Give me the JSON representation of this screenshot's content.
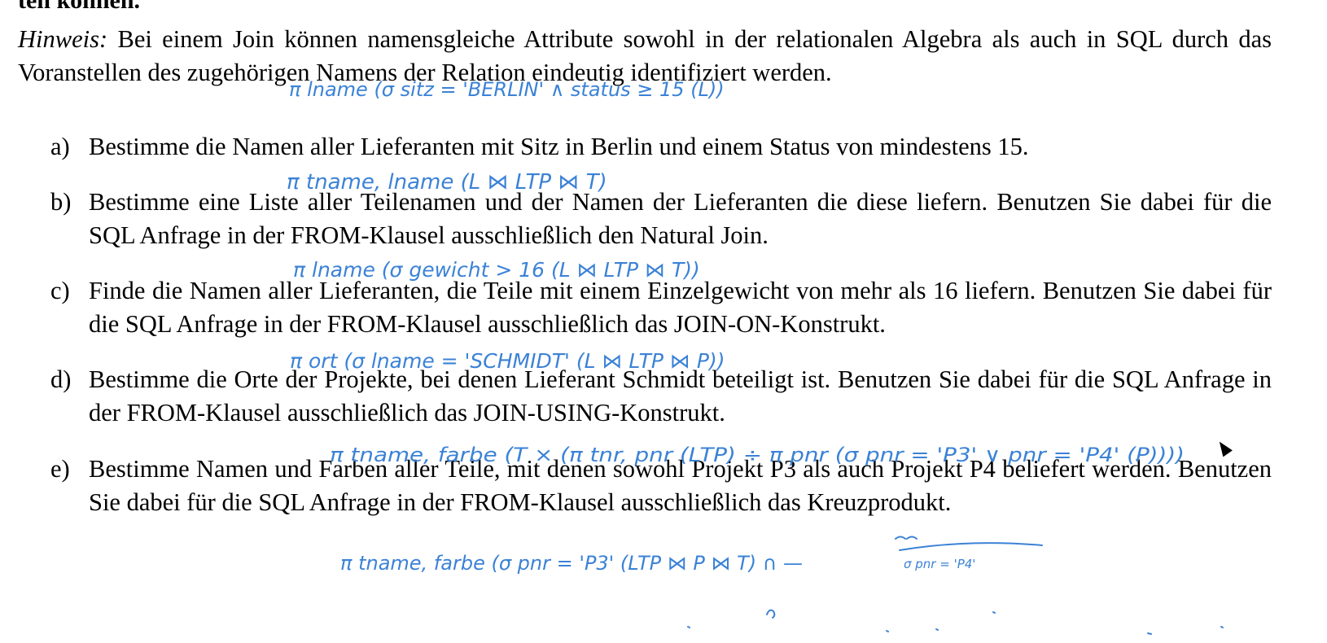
{
  "cut_top_text": "ten können.",
  "hint": {
    "label": "Hinweis:",
    "text": "Bei einem Join können namensgleiche Attribute sowohl in der relationalen Algebra als auch in SQL durch das Voranstellen des zugehörigen Namens der Relation eindeutig identifiziert werden."
  },
  "tasks": [
    {
      "marker": "a)",
      "text": "Bestimme die Namen aller Lieferanten mit Sitz in Berlin und einem Status von mindestens 15."
    },
    {
      "marker": "b)",
      "text": "Bestimme eine Liste aller Teilenamen und der Namen der Lieferanten die diese liefern. Benutzen Sie dabei für die SQL Anfrage in der FROM-Klausel ausschließlich den Natural Join."
    },
    {
      "marker": "c)",
      "text": "Finde die Namen aller Lieferanten, die Teile mit einem Einzelgewicht von mehr als 16 liefern. Benutzen Sie dabei für die SQL Anfrage in der FROM-Klausel ausschließlich das JOIN-ON-Konstrukt."
    },
    {
      "marker": "d)",
      "text": "Bestimme die Orte der Projekte, bei denen Lieferant Schmidt beteiligt ist. Benutzen Sie dabei für die SQL Anfrage in der FROM-Klausel ausschließlich das JOIN-USING-Konstrukt."
    },
    {
      "marker": "e)",
      "text": "Bestimme Namen und Farben aller Teile, mit denen sowohl Projekt P3 als auch Projekt P4 beliefert werden. Benutzen Sie dabei für die SQL Anfrage in der FROM-Klausel ausschließlich das Kreuzprodukt."
    }
  ],
  "annotations": {
    "a": "π lname (σ sitz = 'BERLIN' ∧ status ≥ 15 (L))",
    "b": "π tname, lname (L ⋈ LTP ⋈ T)",
    "c": "π lname (σ gewicht > 16 (L ⋈ LTP ⋈ T))",
    "d": "π ort (σ lname = 'SCHMIDT' (L ⋈ LTP ⋈ P))",
    "e1": "π tname, farbe (T × (π tnr, pnr (LTP) ÷ π pnr (σ pnr = 'P3' ∨ pnr = 'P4' (P))))",
    "e2": "π tname, farbe (σ pnr = 'P3' (LTP ⋈ P ⋈ T) ∩ —",
    "e3": "σ pnr = 'P4'"
  },
  "colors": {
    "ink": "#3b82d6",
    "text": "#000000",
    "background": "#ffffff"
  }
}
